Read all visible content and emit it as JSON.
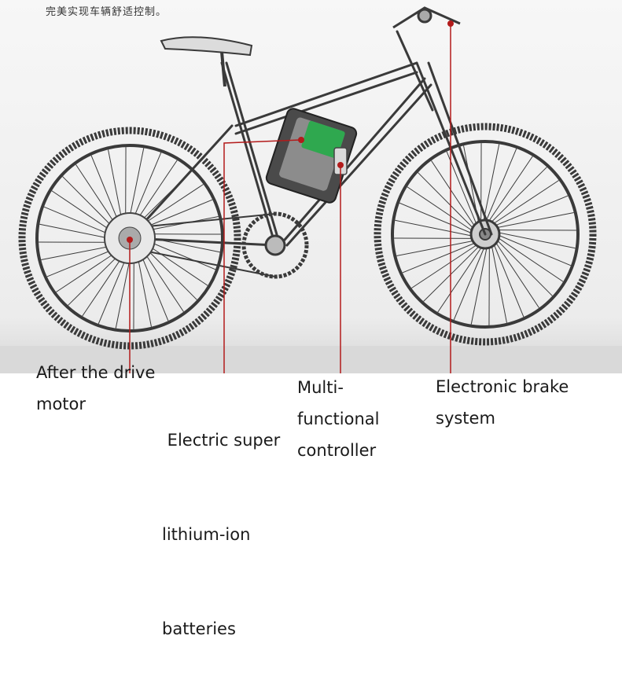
{
  "caption": "完美实现车辆舒适控制。",
  "labels": [
    {
      "id": "motor",
      "lines": [
        "After the drive",
        "motor"
      ]
    },
    {
      "id": "battery",
      "lines": [
        " Electric super",
        "lithium-ion",
        "batteries"
      ]
    },
    {
      "id": "controller",
      "lines": [
        "Multi-",
        "functional",
        "controller"
      ]
    },
    {
      "id": "brake",
      "lines": [
        "Electronic brake",
        "system"
      ]
    }
  ],
  "colors": {
    "pointer": "#b31b1b",
    "frame": "#3a3a3a",
    "background_top": "#f3f3f3",
    "floor": "#dcdcdc",
    "battery_screen": "#2fa84f"
  }
}
